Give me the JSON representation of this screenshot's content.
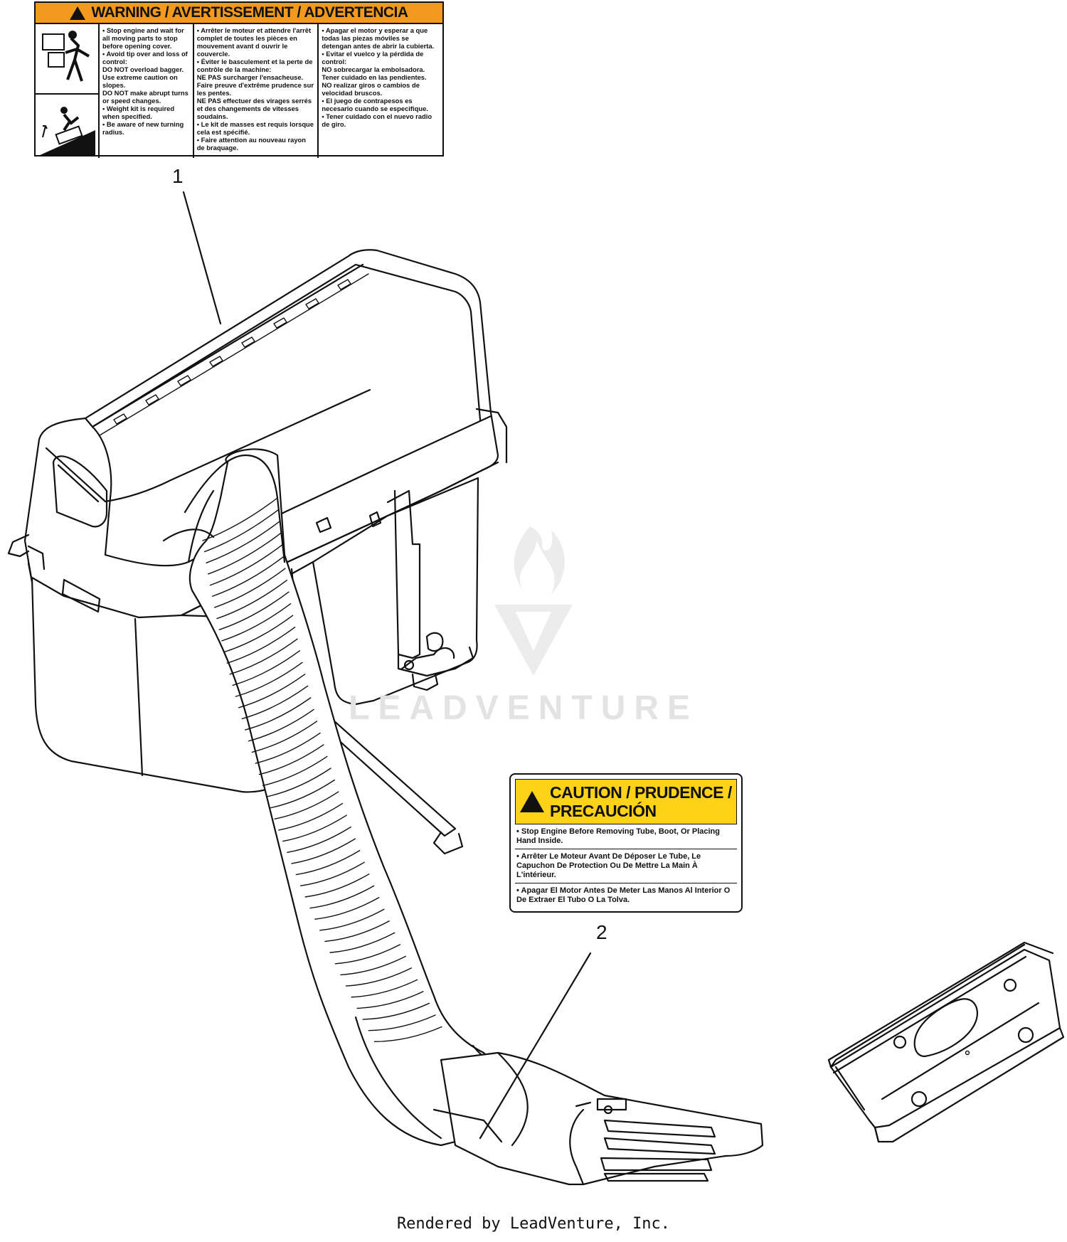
{
  "warning_decal": {
    "header": "WARNING / AVERTISSEMENT / ADVERTENCIA",
    "english": [
      "• Stop engine and wait for all moving parts to stop before opening cover.",
      "• Avoid tip over and loss of control:",
      "DO NOT overload bagger.",
      "Use extreme caution on slopes.",
      "DO NOT make abrupt turns or speed changes.",
      "• Weight kit is required when specified.",
      "• Be aware of new turning radius."
    ],
    "french": [
      "• Arrêter le moteur et attendre l'arrêt complet de toutes les pièces en mouvement avant d   ouvrir le couvercle.",
      "• Éviter le basculement et la perte de contrôle de la machine:",
      "NE PAS surcharger l'ensacheuse.",
      "Faire preuve d'extrême prudence sur les pentes.",
      "NE PAS effectuer des virages serrés et des changements de vitesses soudains.",
      "• Le kit de masses est requis lorsque cela est spécifié.",
      "• Faire attention au nouveau rayon de braquage."
    ],
    "spanish": [
      "• Apagar el motor y esperar a que todas las piezas móviles se detengan antes de abrir la cubierta.",
      "• Evitar el vuelco y la pérdida de control:",
      "NO sobrecargar la embolsadora.",
      "Tener cuidado en las pendientes.",
      "NO realizar giros o cambios de velocidad bruscos.",
      "• El juego de contrapesos es necesario cuando se especifique.",
      "• Tener cuidado con el nuevo radio de giro."
    ]
  },
  "caution_decal": {
    "header": "CAUTION / PRUDENCE / PRECAUCIÓN",
    "lines": [
      "• Stop Engine Before Removing Tube, Boot, Or Placing Hand Inside.",
      "• Arrêter Le Moteur Avant De Déposer Le Tube, Le Capuchon De Protection Ou De Mettre La Main À L'intérieur.",
      "• Apagar El Motor Antes De Meter Las Manos Al Interior O De Extraer El Tubo O La Tolva."
    ]
  },
  "callouts": {
    "one": "1",
    "two": "2"
  },
  "watermark": "LEADVENTURE",
  "footer": "Rendered by LeadVenture, Inc.",
  "colors": {
    "warning_orange": "#f39a1e",
    "caution_yellow": "#ffd21a",
    "line": "#111111"
  }
}
